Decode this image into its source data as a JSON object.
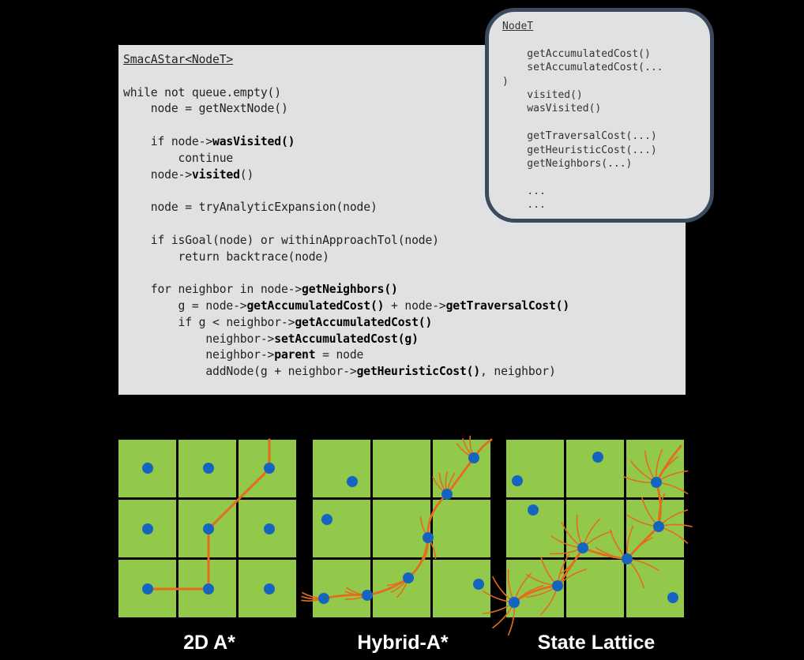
{
  "code": {
    "class_title": "SmacAStar<NodeT>",
    "lines": [
      {
        "indent": 0,
        "parts": []
      },
      {
        "indent": 0,
        "parts": [
          {
            "t": "while not queue.empty()"
          }
        ]
      },
      {
        "indent": 1,
        "parts": [
          {
            "t": "node = getNextNode()"
          }
        ]
      },
      {
        "indent": 0,
        "parts": []
      },
      {
        "indent": 1,
        "parts": [
          {
            "t": "if node->"
          },
          {
            "t": "wasVisited()",
            "b": true
          }
        ]
      },
      {
        "indent": 2,
        "parts": [
          {
            "t": "continue"
          }
        ]
      },
      {
        "indent": 1,
        "parts": [
          {
            "t": "node->"
          },
          {
            "t": "visited",
            "b": true
          },
          {
            "t": "()"
          }
        ]
      },
      {
        "indent": 0,
        "parts": []
      },
      {
        "indent": 1,
        "parts": [
          {
            "t": "node = tryAnalyticExpansion(node)"
          }
        ]
      },
      {
        "indent": 0,
        "parts": []
      },
      {
        "indent": 1,
        "parts": [
          {
            "t": "if isGoal(node) or withinApproachTol(node)"
          }
        ]
      },
      {
        "indent": 2,
        "parts": [
          {
            "t": "return backtrace(node)"
          }
        ]
      },
      {
        "indent": 0,
        "parts": []
      },
      {
        "indent": 1,
        "parts": [
          {
            "t": "for neighbor in node->"
          },
          {
            "t": "getNeighbors()",
            "b": true
          }
        ]
      },
      {
        "indent": 2,
        "parts": [
          {
            "t": "g = node->"
          },
          {
            "t": "getAccumulatedCost()",
            "b": true
          },
          {
            "t": " + node->"
          },
          {
            "t": "getTraversalCost()",
            "b": true
          }
        ]
      },
      {
        "indent": 2,
        "parts": [
          {
            "t": "if g < neighbor->"
          },
          {
            "t": "getAccumulatedCost()",
            "b": true
          }
        ]
      },
      {
        "indent": 3,
        "parts": [
          {
            "t": "neighbor->"
          },
          {
            "t": "setAccumulatedCost(g)",
            "b": true
          }
        ]
      },
      {
        "indent": 3,
        "parts": [
          {
            "t": "neighbor->"
          },
          {
            "t": "parent",
            "b": true
          },
          {
            "t": " = node"
          }
        ]
      },
      {
        "indent": 3,
        "parts": [
          {
            "t": "addNode(g + neighbor->"
          },
          {
            "t": "getHeuristicCost()",
            "b": true
          },
          {
            "t": ", neighbor)"
          }
        ]
      }
    ]
  },
  "nodet": {
    "title": "NodeT",
    "lines": [
      "",
      "    getAccumulatedCost()",
      "    setAccumulatedCost(...",
      ")",
      "    visited()",
      "    wasVisited()",
      "",
      "    getTraversalCost(...)",
      "    getHeuristicCost(...)",
      "    getNeighbors(...)",
      "",
      "    ...",
      "    ..."
    ]
  },
  "captions": {
    "astar": "2D A*",
    "hybrid": "Hybrid-A*",
    "lattice": "State Lattice"
  },
  "colors": {
    "panel": "#e0e1e3",
    "cell": "#92c94a",
    "node": "#1565c0",
    "path": "#e46c1a",
    "border": "#3b4a5c"
  }
}
